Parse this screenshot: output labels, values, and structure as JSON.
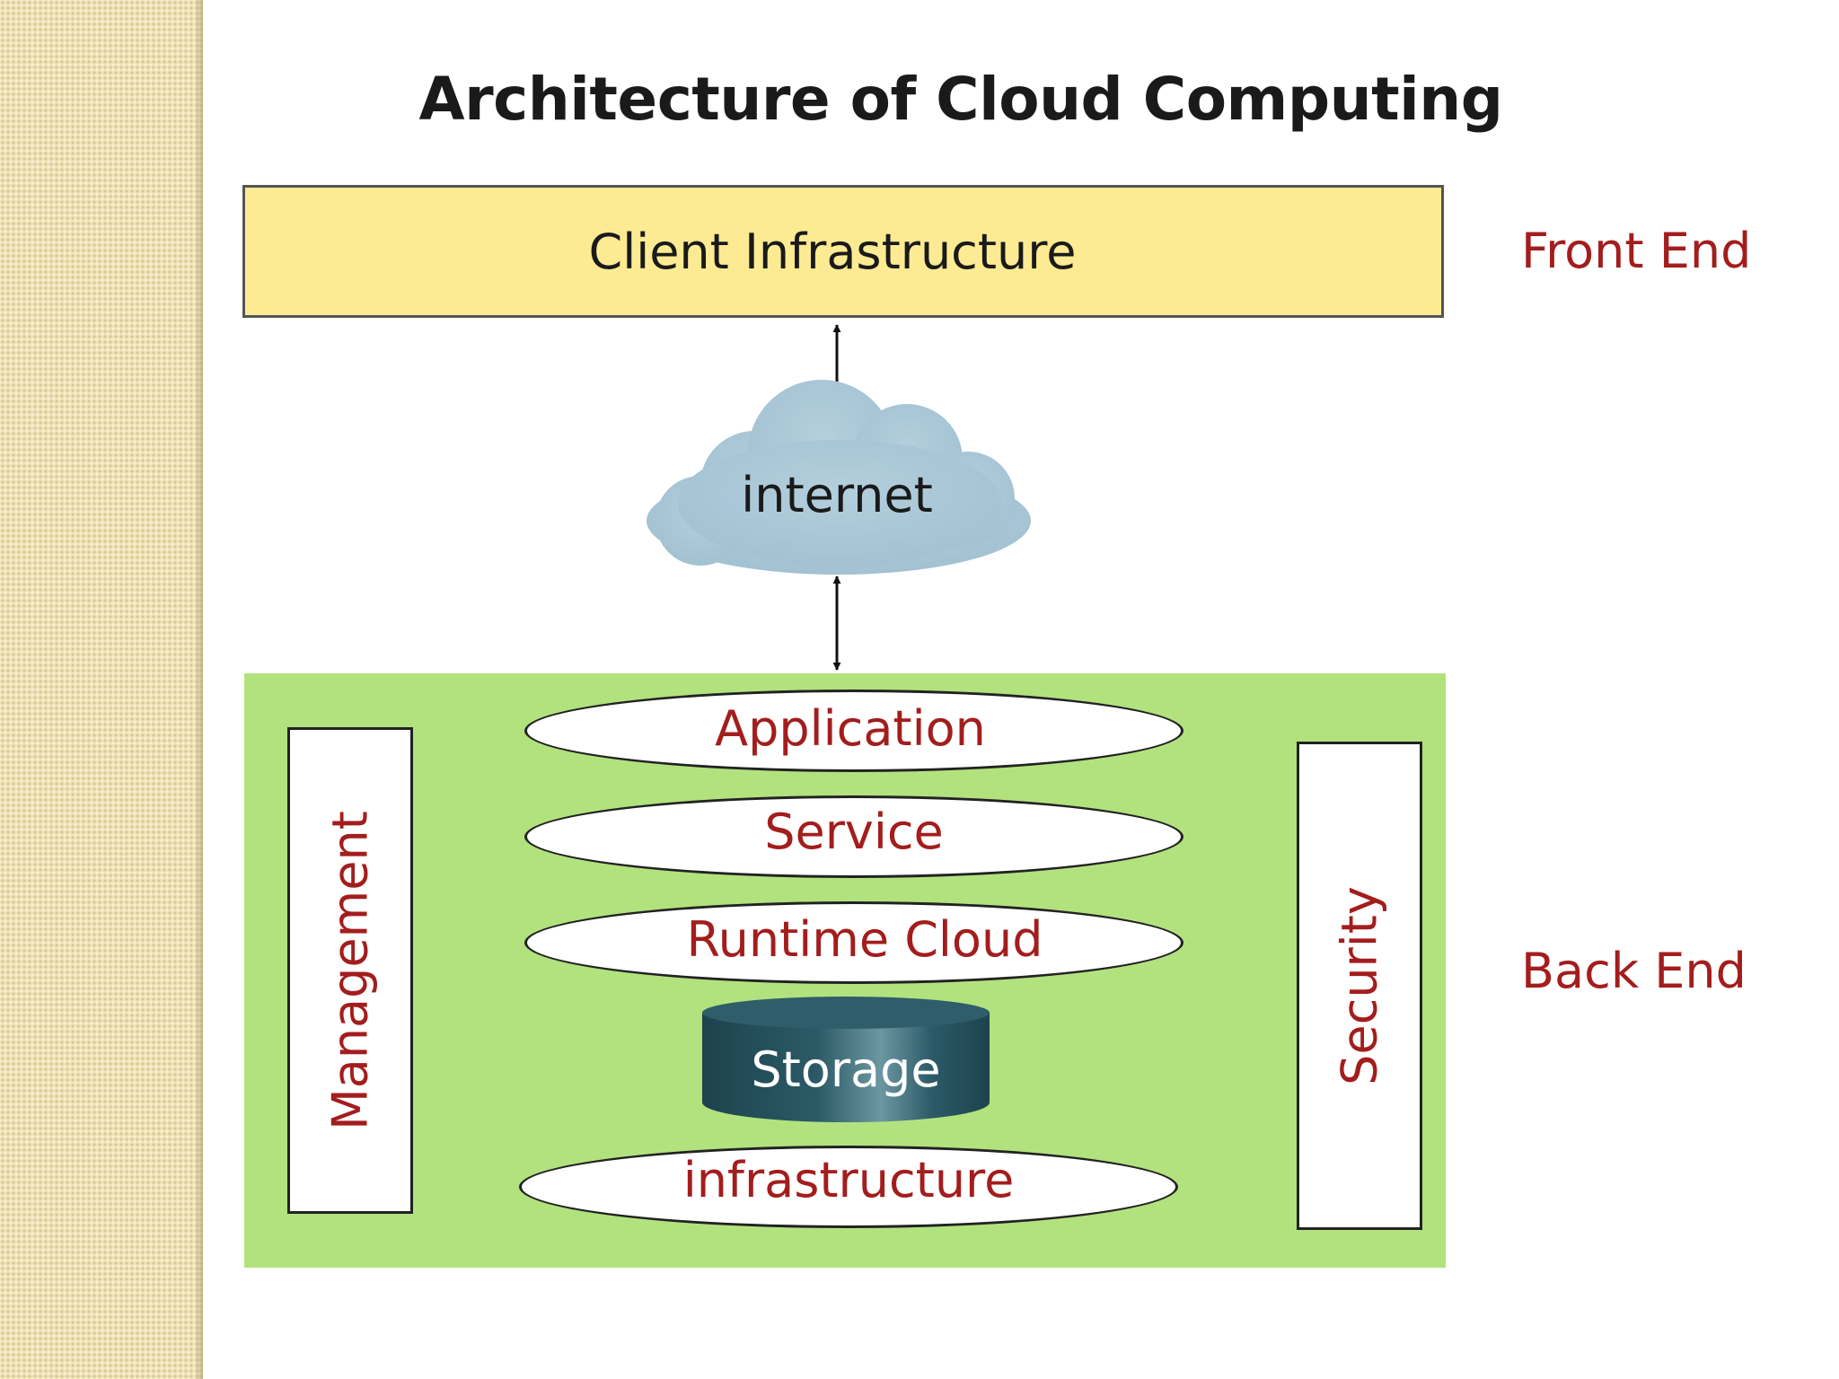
{
  "title": "Architecture of Cloud Computing",
  "front_end": {
    "box_label": "Client Infrastructure",
    "side_label": "Front End"
  },
  "network": {
    "label": "internet"
  },
  "back_end": {
    "side_label": "Back End",
    "management_label": "Management",
    "security_label": "Security",
    "layers": [
      "Application",
      "Service",
      "Runtime Cloud",
      "Storage",
      "infrastructure"
    ]
  },
  "colors": {
    "client_fill": "#fdeb93",
    "backend_fill": "#b2e27e",
    "cloud_fill": "#a9c6d6",
    "storage_fill": "#27535f",
    "label_red": "#a31d1d"
  }
}
